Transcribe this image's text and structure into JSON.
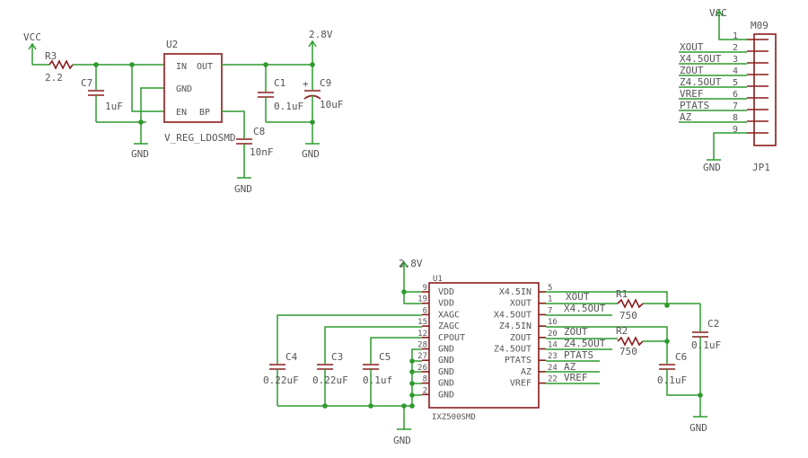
{
  "power": {
    "vcc_left": "VCC",
    "vcc_conn": "VCC",
    "v28_top": "2.8V",
    "v28_u1": "2.8V",
    "gnd": [
      "GND",
      "GND",
      "GND",
      "GND",
      "GND",
      "GND"
    ]
  },
  "regulator": {
    "r3": {
      "name": "R3",
      "value": "2.2"
    },
    "c7": {
      "name": "C7",
      "value": "1uF"
    },
    "u2": {
      "name": "U2",
      "part": "V_REG_LDOSMD",
      "pin_in": "IN",
      "pin_out": "OUT",
      "pin_gnd": "GND",
      "pin_en": "EN",
      "pin_bp": "BP"
    },
    "c8": {
      "name": "C8",
      "value": "10nF"
    },
    "c1": {
      "name": "C1",
      "value": "0.1uF"
    },
    "c9": {
      "name": "C9",
      "value": "10uF",
      "polarity": "+"
    }
  },
  "connector": {
    "name": "M09",
    "ref": "JP1",
    "pins": [
      {
        "num": "1",
        "net": ""
      },
      {
        "num": "2",
        "net": "XOUT"
      },
      {
        "num": "3",
        "net": "X4.5OUT"
      },
      {
        "num": "4",
        "net": "ZOUT"
      },
      {
        "num": "5",
        "net": "Z4.5OUT"
      },
      {
        "num": "6",
        "net": "VREF"
      },
      {
        "num": "7",
        "net": "PTATS"
      },
      {
        "num": "8",
        "net": "AZ"
      },
      {
        "num": "9",
        "net": ""
      }
    ]
  },
  "u1": {
    "ref": "U1",
    "part": "IXZ500SMD",
    "left_pins": [
      {
        "num": "9",
        "name": "VDD"
      },
      {
        "num": "19",
        "name": "VDD"
      },
      {
        "num": "6",
        "name": "XAGC"
      },
      {
        "num": "15",
        "name": "ZAGC"
      },
      {
        "num": "12",
        "name": "CPOUT"
      },
      {
        "num": "28",
        "name": "GND"
      },
      {
        "num": "27",
        "name": "GND"
      },
      {
        "num": "26",
        "name": "GND"
      },
      {
        "num": "8",
        "name": "GND"
      },
      {
        "num": "2",
        "name": "GND"
      }
    ],
    "right_pins": [
      {
        "num": "5",
        "name": "X4.5IN"
      },
      {
        "num": "1",
        "name": "XOUT"
      },
      {
        "num": "7",
        "name": "X4.5OUT"
      },
      {
        "num": "16",
        "name": "Z4.5IN"
      },
      {
        "num": "20",
        "name": "ZOUT"
      },
      {
        "num": "14",
        "name": "Z4.5OUT"
      },
      {
        "num": "23",
        "name": "PTATS"
      },
      {
        "num": "24",
        "name": "AZ"
      },
      {
        "num": "22",
        "name": "VREF"
      }
    ],
    "net_labels": [
      "XOUT",
      "X4.5OUT",
      "ZOUT",
      "Z4.5OUT",
      "PTATS",
      "AZ",
      "VREF"
    ]
  },
  "filter": {
    "c4": {
      "name": "C4",
      "value": "0.22uF"
    },
    "c3": {
      "name": "C3",
      "value": "0.22uF"
    },
    "c5": {
      "name": "C5",
      "value": "0.1uf"
    },
    "r1": {
      "name": "R1",
      "value": "750"
    },
    "r2": {
      "name": "R2",
      "value": "750"
    },
    "c2": {
      "name": "C2",
      "value": "0.1uF"
    },
    "c6": {
      "name": "C6",
      "value": "0.1uF"
    }
  },
  "colors": {
    "wire": "#2e9a2e",
    "part": "#8a1c1c",
    "text": "#555555",
    "background": "#ffffff"
  }
}
